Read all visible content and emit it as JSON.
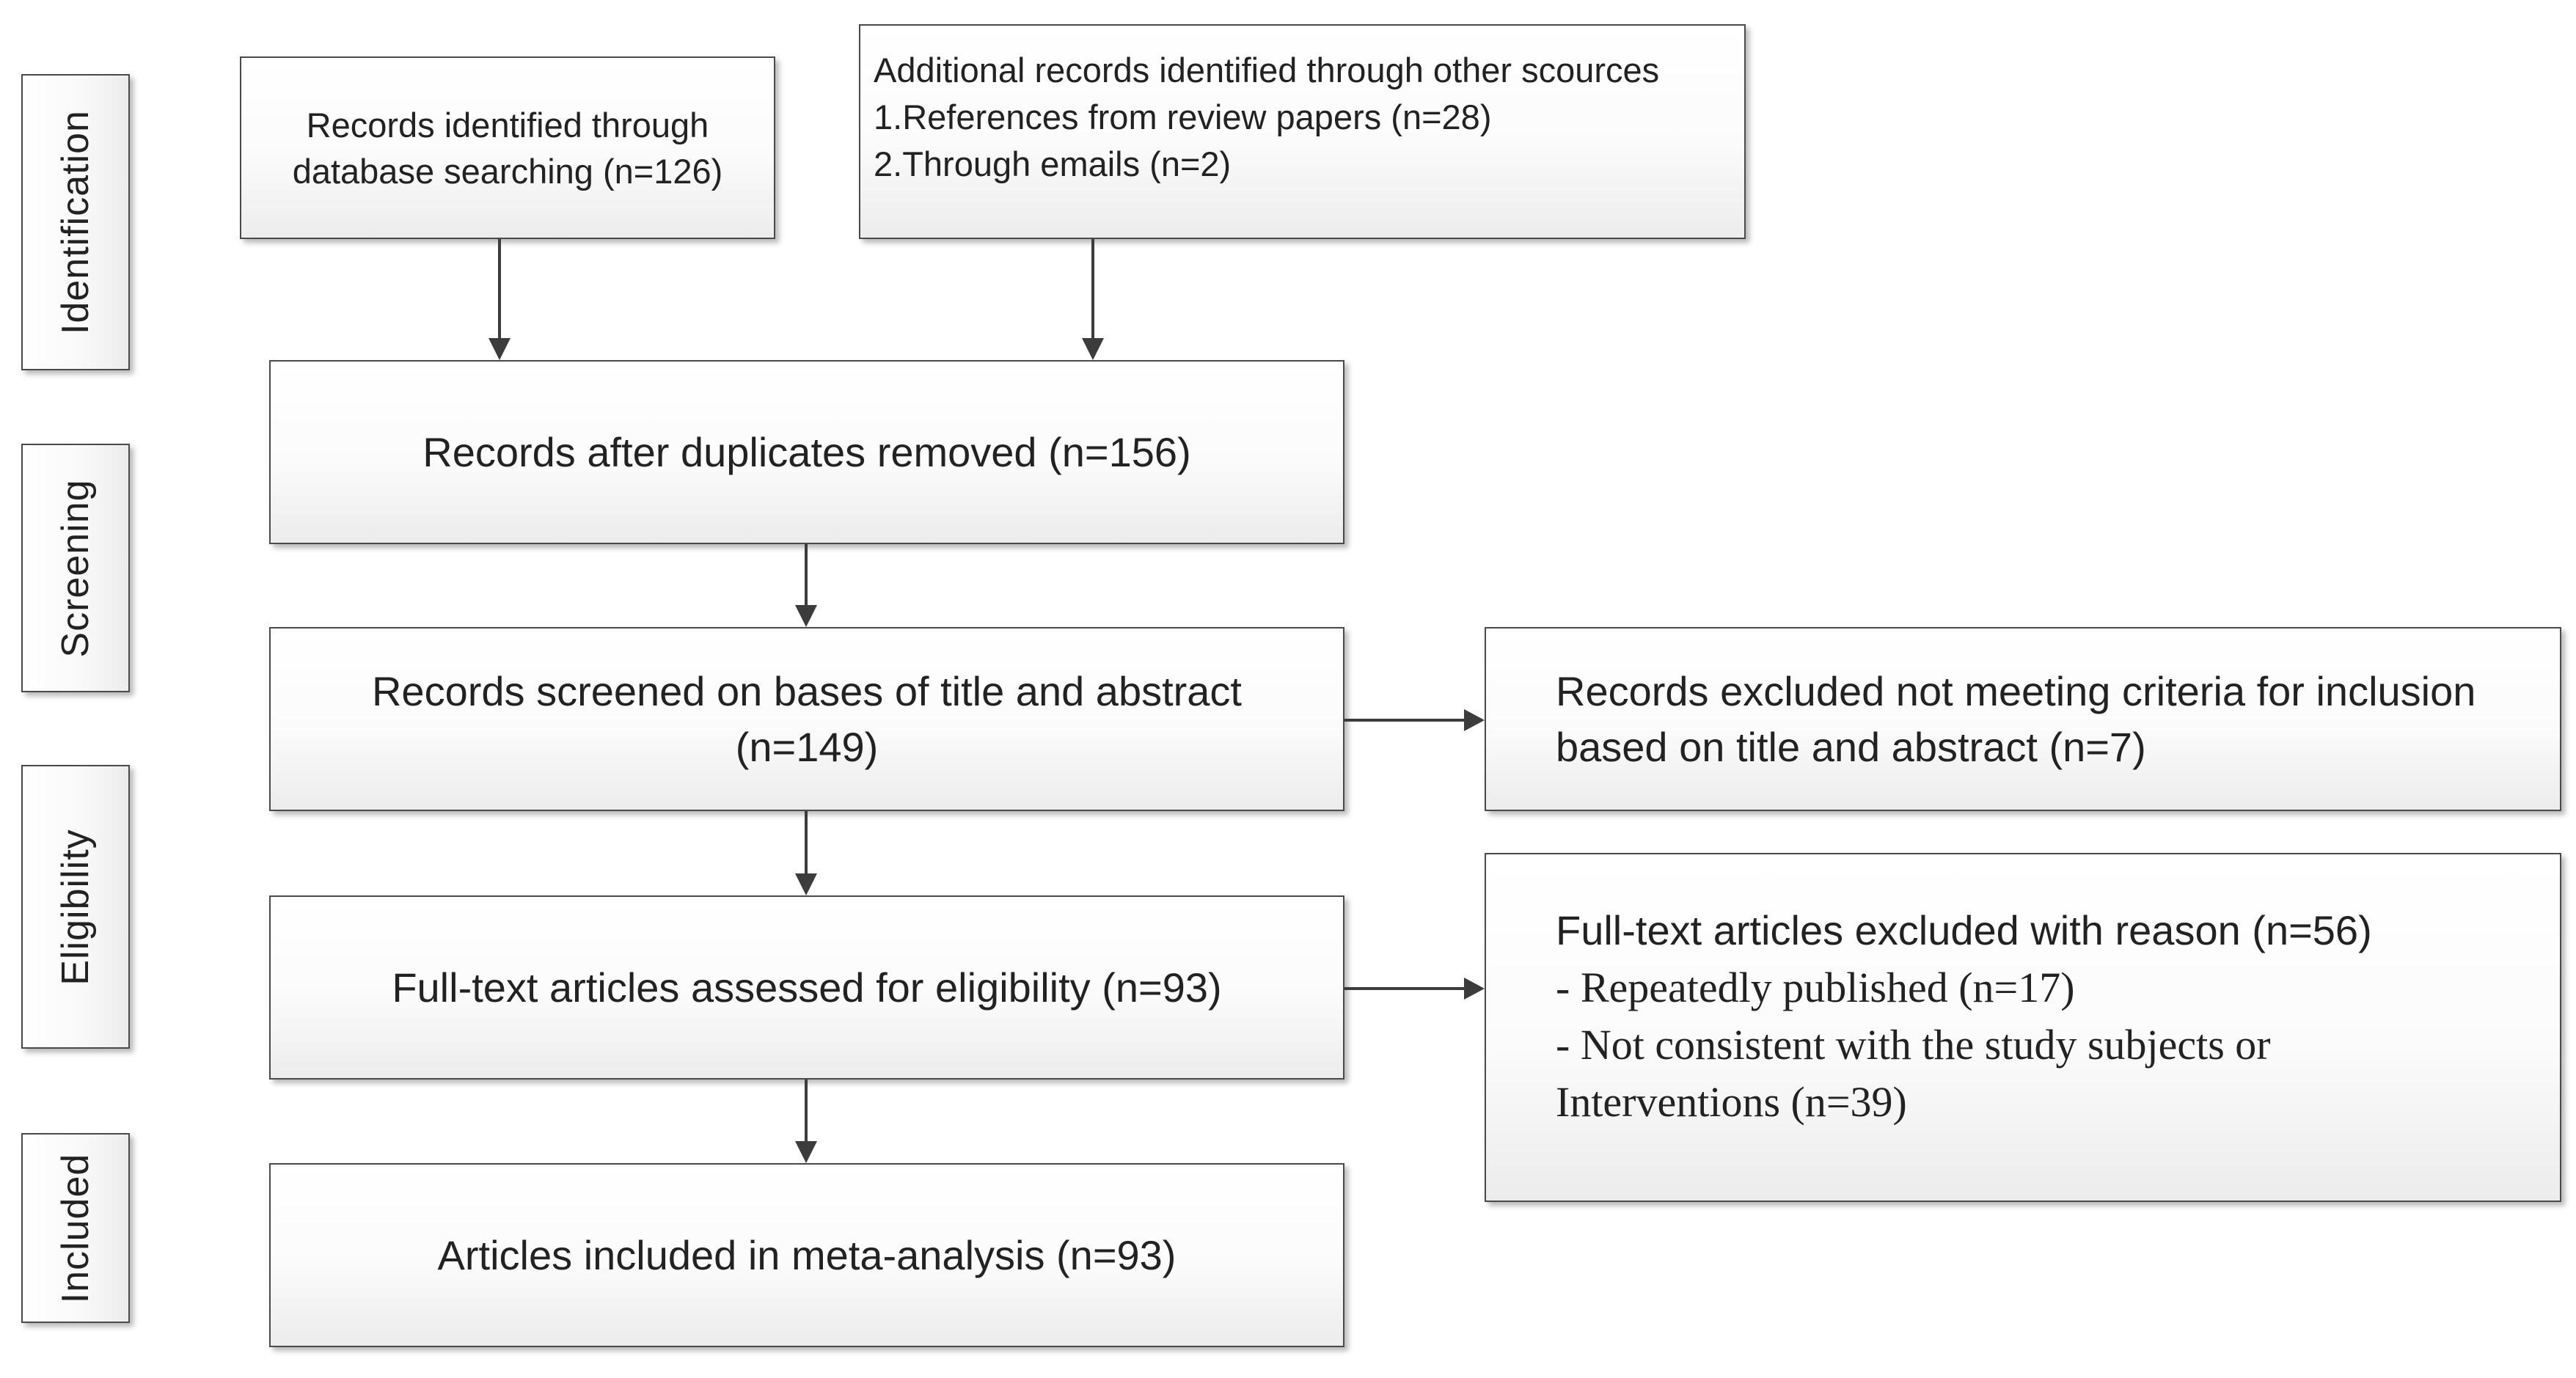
{
  "stages": {
    "identification": "Identification",
    "screening": "Screening",
    "eligibility": "Eligibility",
    "included": "Included"
  },
  "boxes": {
    "database_search": {
      "line1": "Records identified through",
      "line2": "database searching (n=126)"
    },
    "other_sources": {
      "line1": "Additional records identified through other scources",
      "line2": "1.References from review papers (n=28)",
      "line3": "2.Through emails (n=2)"
    },
    "duplicates_removed": "Records after duplicates removed (n=156)",
    "screened": {
      "line1": "Records screened on bases of title and abstract",
      "line2": "(n=149)"
    },
    "excluded_screening": {
      "line1": "Records excluded not meeting criteria for inclusion",
      "line2": "based on title and abstract (n=7)"
    },
    "fulltext_assessed": "Full-text articles assessed for eligibility (n=93)",
    "fulltext_excluded": {
      "line1": "Full-text articles excluded with reason (n=56)",
      "line2": "- Repeatedly published (n=17)",
      "line3": "- Not consistent with the study subjects or",
      "line4": "Interventions (n=39)"
    },
    "included": "Articles included in meta-analysis (n=93)"
  },
  "colors": {
    "border": "#4a4a4a",
    "arrow": "#3c3c3c",
    "text": "#222222"
  }
}
